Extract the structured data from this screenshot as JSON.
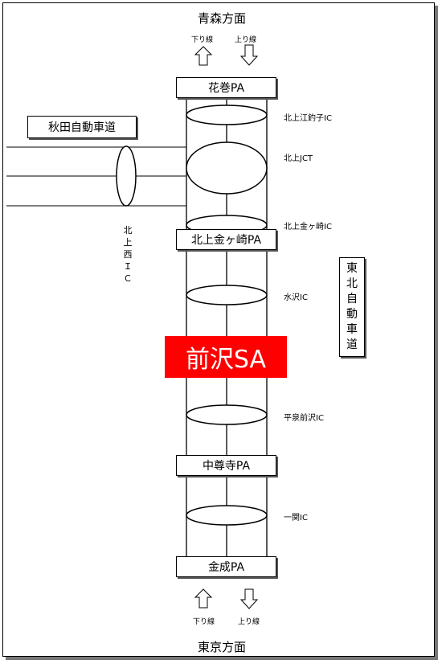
{
  "directions": {
    "north": "青森方面",
    "south": "東京方面"
  },
  "arrows": {
    "top_down": "下り線",
    "top_up": "上り線",
    "bottom_down": "下り線",
    "bottom_up": "上り線"
  },
  "highway": {
    "main": "東北自動車道",
    "branch": "秋田自動車道"
  },
  "facilities": {
    "hanamaki_pa": "花巻PA",
    "kitakami_kanegasaki_pa": "北上金ヶ崎PA",
    "maesawa_sa": "前沢SA",
    "chusonji_pa": "中尊寺PA",
    "kannari_pa": "金成PA"
  },
  "interchanges": {
    "kitakami_esashi": "北上江釣子IC",
    "kitakami_jct": "北上JCT",
    "kitakami_kanegasaki": "北上金ヶ崎IC",
    "mizusawa": "水沢IC",
    "hiraizumi_maesawa": "平泉前沢IC",
    "ichinoseki": "一関IC",
    "kitakami_nishi": "北上西ＩＣ"
  },
  "colors": {
    "highlight": "#ff0000"
  }
}
